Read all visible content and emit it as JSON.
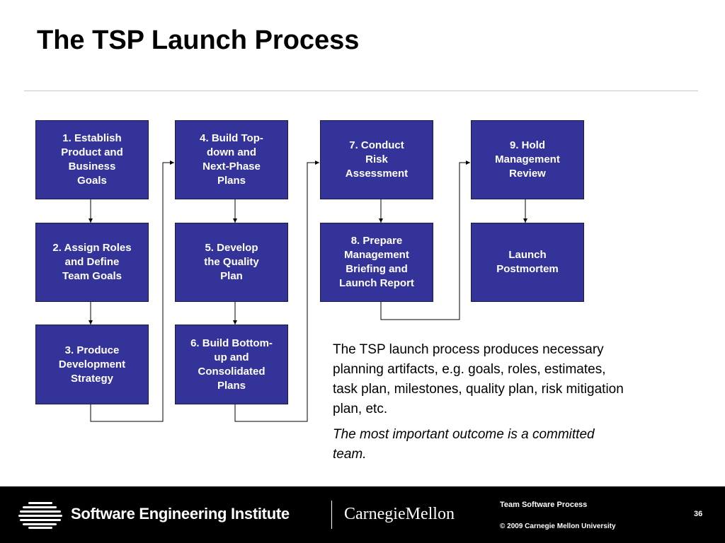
{
  "title": "The TSP Launch Process",
  "steps": [
    {
      "label": "1.  Establish\nProduct and\nBusiness\nGoals"
    },
    {
      "label": "2.  Assign Roles\nand Define\nTeam Goals"
    },
    {
      "label": "3.  Produce\nDevelopment\nStrategy"
    },
    {
      "label": "4.  Build Top-\ndown and\nNext-Phase\nPlans"
    },
    {
      "label": "5.  Develop\nthe Quality\nPlan"
    },
    {
      "label": "6.  Build Bottom-\nup and\nConsolidated\nPlans"
    },
    {
      "label": "7.  Conduct\nRisk\nAssessment"
    },
    {
      "label": "8.  Prepare\nManagement\nBriefing and\nLaunch Report"
    },
    {
      "label": "9.  Hold\nManagement\nReview"
    },
    {
      "label": "Launch\nPostmortem"
    }
  ],
  "description": {
    "main": "The TSP launch process produces necessary planning artifacts, e.g. goals, roles, estimates, task plan, milestones, quality plan, risk mitigation plan, etc.",
    "emphasis": "The most important outcome is a committed team."
  },
  "footer": {
    "institute": "Software Engineering Institute",
    "university": "CarnegieMellon",
    "course": "Team Software Process",
    "copyright": "© 2009 Carnegie Mellon University",
    "page": "36"
  }
}
